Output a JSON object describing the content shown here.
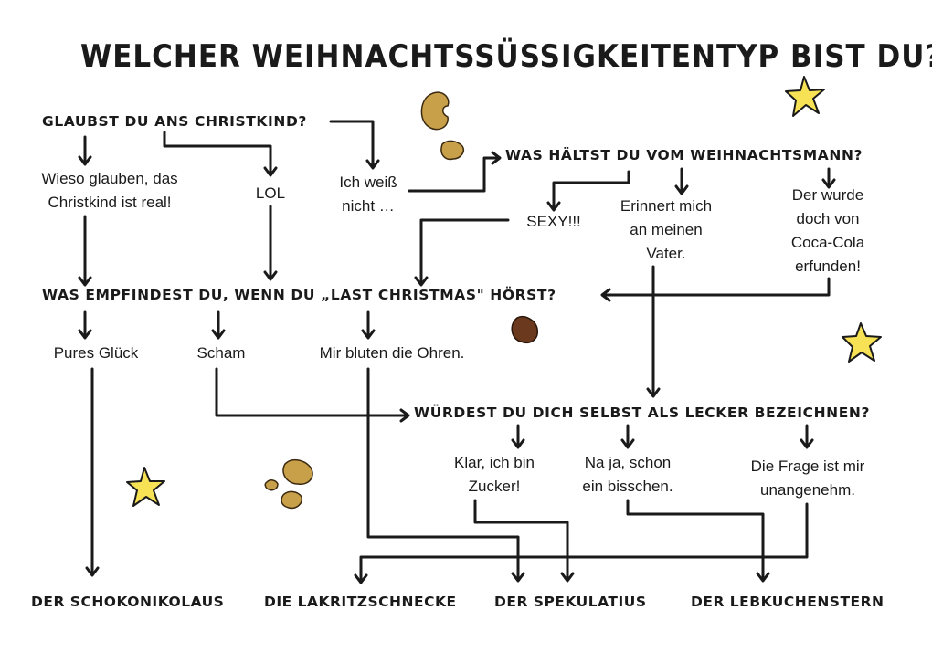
{
  "title": "Welcher Weihnachtssüßigkeitentyp bist du?",
  "questions": {
    "q1": "Glaubst du ans Christkind?",
    "q2": "Was hältst du vom Weihnachtsmann?",
    "q3": "Was empfindest du, wenn du „Last Christmas\" hörst?",
    "q4": "Würdest du dich selbst als lecker bezeichnen?"
  },
  "answers": {
    "q1_a1": "Wieso glauben, das\nChristkind ist real!",
    "q1_a2": "LOL",
    "q1_a3": "Ich weiß\nnicht …",
    "q2_a1": "SEXY!!!",
    "q2_a2": "Erinnert mich\nan meinen\nVater.",
    "q2_a3": "Der wurde\ndoch von\nCoca-Cola\nerfunden!",
    "q3_a1": "Pures Glück",
    "q3_a2": "Scham",
    "q3_a3": "Mir bluten die Ohren.",
    "q4_a1": "Klar, ich bin\nZucker!",
    "q4_a2": "Na ja, schon\nein bisschen.",
    "q4_a3": "Die Frage ist mir\nunangenehm."
  },
  "results": {
    "r1": "Der Schokonikolaus",
    "r2": "Die Lakritzschnecke",
    "r3": "Der Spekulatius",
    "r4": "Der Lebkuchenstern"
  },
  "colors": {
    "ink": "#1a1a1a",
    "star": "#f7e255",
    "cookie": "#c9a04a",
    "cookie_dark": "#6b3a1e"
  },
  "icons": [
    "star-icon",
    "cookie-icon"
  ]
}
